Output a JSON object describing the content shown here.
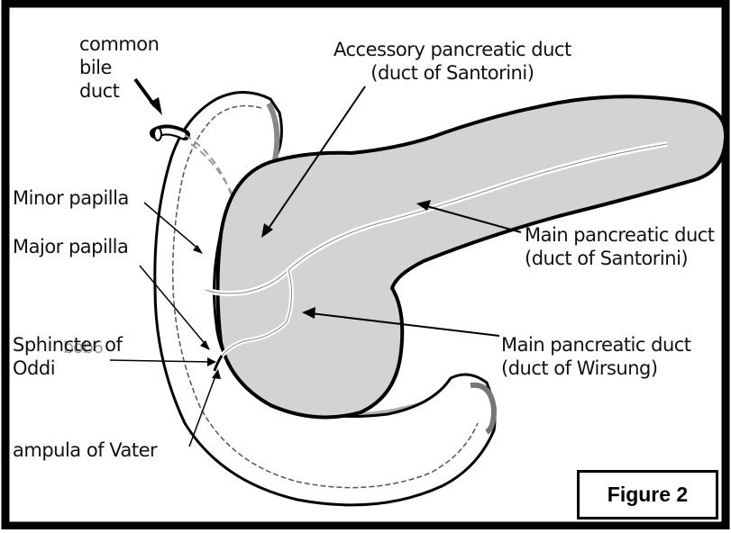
{
  "labels": {
    "common_bile_duct": "common\nbile\nduct",
    "accessory_duct": "Accessory pancreatic duct\n(duct of Santorini)",
    "minor_papilla": "Minor papilla",
    "major_papilla": "Major papilla",
    "main_duct_santorini": "Main pancreatic duct\n(duct of Santorini)",
    "sphincter": "Sphincter of\nOddi",
    "main_duct_wirsung": "Main pancreatic duct\n(duct of Wirsung)",
    "ampulla": "ampula of Vater"
  },
  "watermark": "bob6",
  "figure_label": "Figure 2",
  "colors": {
    "pancreas_fill": "#d3d3d3",
    "outline": "#000000",
    "shadow": "#b0b0b0",
    "frame": "#000000"
  }
}
